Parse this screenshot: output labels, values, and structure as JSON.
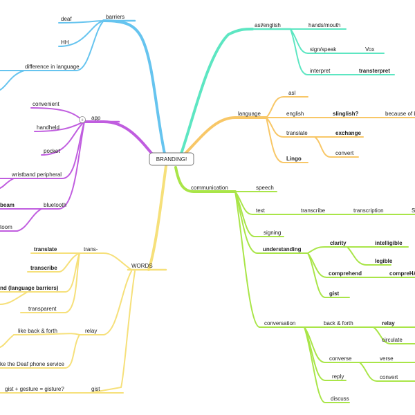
{
  "root": {
    "label": "BRANDING!"
  },
  "colors": {
    "barriers": "#66c4ef",
    "app": "#c05ddf",
    "words": "#f6e07a",
    "asl": "#5de6c2",
    "language": "#f8c767",
    "communication": "#a9e548"
  },
  "barriers": {
    "label": "barriers",
    "deaf": "deaf",
    "hh": "HH",
    "difference": "difference in language"
  },
  "app": {
    "label": "app",
    "convenient": "convenient",
    "handheld": "handheld",
    "pocket": "pocket",
    "wristband": "wristband peripheral",
    "bluetooth": "bluetooth",
    "beam": "beam",
    "toom": "toom"
  },
  "words": {
    "label": "WORDS",
    "trans": "trans-",
    "translate": "translate",
    "transcribe": "transcribe",
    "transcend": "nd (language barriers)",
    "transparent": "transparent",
    "relay": "relay",
    "back_forth": "like back & forth",
    "phone": "ke the Deaf phone service",
    "gist": "gist",
    "gisture": "gist + gesture = gisture?"
  },
  "asl": {
    "label": "asl/english",
    "hands": "hands/mouth",
    "sign": "sign/speak",
    "vox": "Vox",
    "interpret": "interpret",
    "transterpret": "transterpret"
  },
  "language": {
    "label": "language",
    "asl": "asl",
    "english": "english",
    "slinglish": "slinglish?",
    "because": "because of b",
    "translate": "translate",
    "exchange": "exchange",
    "convert": "convert",
    "lingo": "Lingo"
  },
  "communication": {
    "label": "communication",
    "speech": "speech",
    "text": "text",
    "transcribe": "transcribe",
    "transcription": "transcription",
    "s": "S",
    "signing": "signing",
    "understanding": "understanding",
    "clarity": "clarity",
    "intelligible": "intelligible",
    "legible": "legible",
    "comprehend": "comprehend",
    "comprehand": "compreHA",
    "gist": "gist",
    "conversation": "conversation",
    "back_forth": "back & forth",
    "relay": "relay",
    "circulate": "circulate",
    "converse": "converse",
    "verse": "verse",
    "convert": "convert",
    "reply": "reply",
    "discuss": "discuss"
  }
}
